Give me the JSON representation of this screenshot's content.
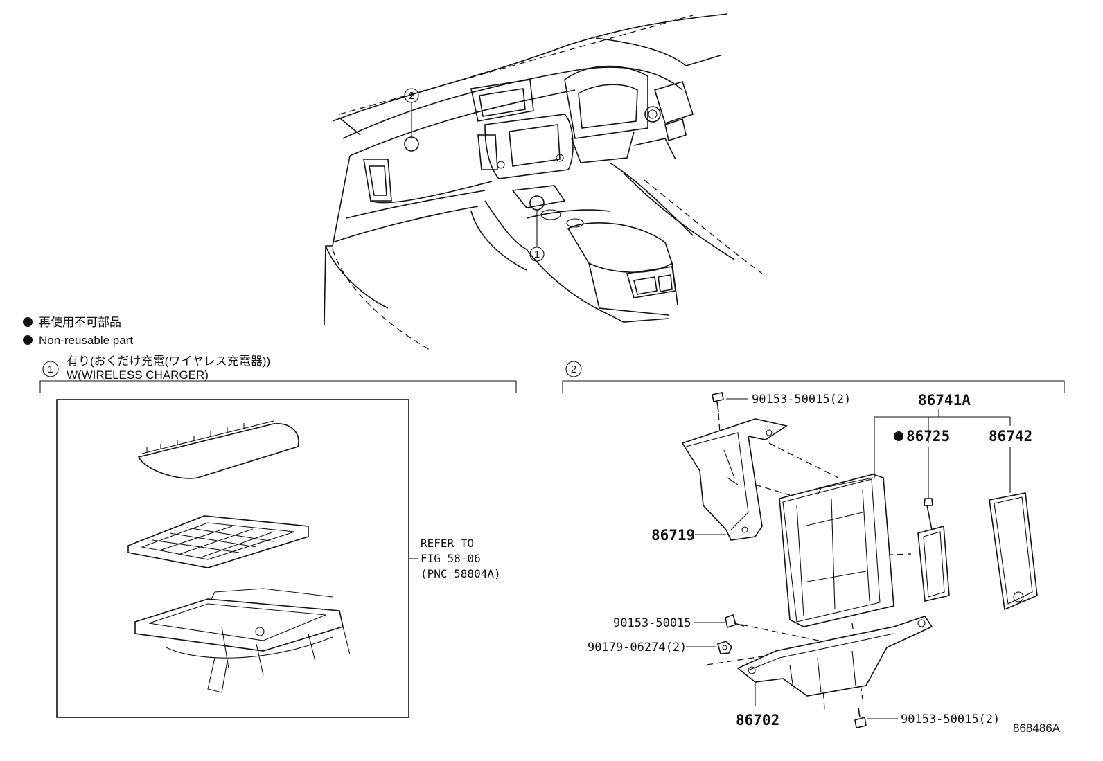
{
  "legend": {
    "jp_note": "再使用不可部品",
    "en_note": "Non-reusable part"
  },
  "callouts": {
    "one": "1",
    "two": "2"
  },
  "section1": {
    "jp_title": "有り(おくだけ充電(ワイヤレス充電器))",
    "en_title": "W(WIRELESS CHARGER)",
    "refer": [
      "REFER TO",
      "FIG 58-06",
      "(PNC 58804A)"
    ]
  },
  "section2": {
    "labels": {
      "bolt_top": "90153-50015(2)",
      "assy": "86741A",
      "p86725": "86725",
      "p86742": "86742",
      "bracket_left": "86719",
      "bolt_mid": "90153-50015",
      "nut": "90179-06274(2)",
      "bracket_bottom": "86702",
      "bolt_bottom": "90153-50015(2)"
    }
  },
  "diagram_id": "868486A"
}
